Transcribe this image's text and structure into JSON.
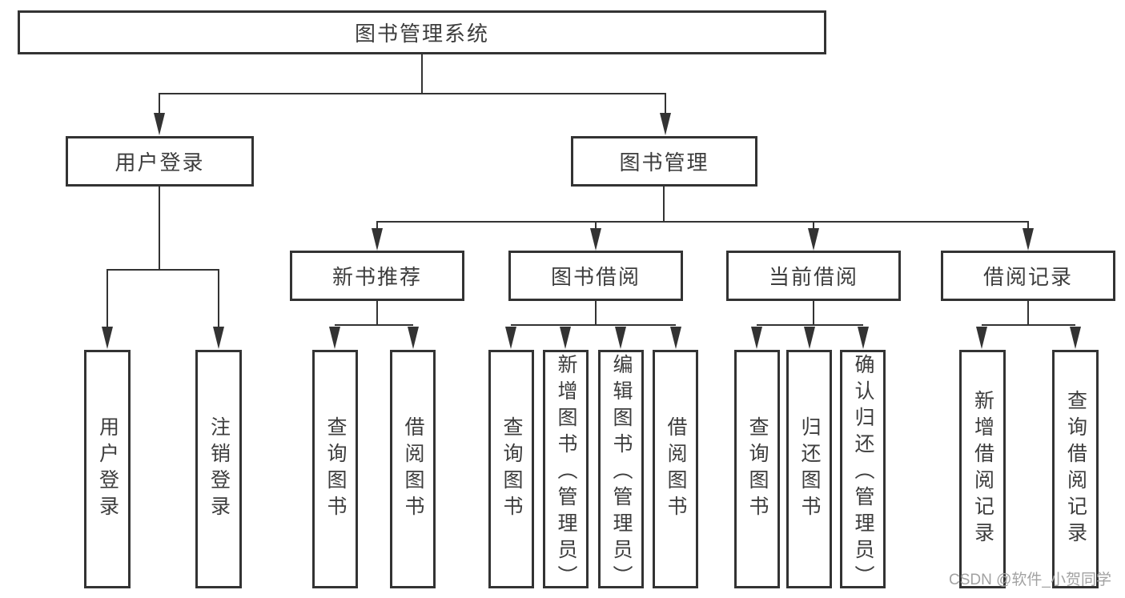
{
  "diagram": {
    "root": "图书管理系统",
    "level1": [
      "用户登录",
      "图书管理"
    ],
    "level2": [
      "新书推荐",
      "图书借阅",
      "当前借阅",
      "借阅记录"
    ],
    "leaves": {
      "user_login": [
        "用户登录",
        "注销登录"
      ],
      "new_books": [
        "查询图书",
        "借阅图书"
      ],
      "book_borrowing": [
        "查询图书",
        "新增图书（管理员）",
        "编辑图书（管理员）",
        "借阅图书"
      ],
      "current_borrowing": [
        "查询图书",
        "归还图书",
        "确认归还（管理员）"
      ],
      "borrowing_records": [
        "新增借阅记录",
        "查询借阅记录"
      ]
    }
  },
  "watermark": "CSDN @软件_小贺同学",
  "colors": {
    "line": "#333333",
    "box_border": "#333333",
    "text": "#3d3d3d",
    "watermark": "#a2a2a2",
    "background": "#ffffff"
  }
}
